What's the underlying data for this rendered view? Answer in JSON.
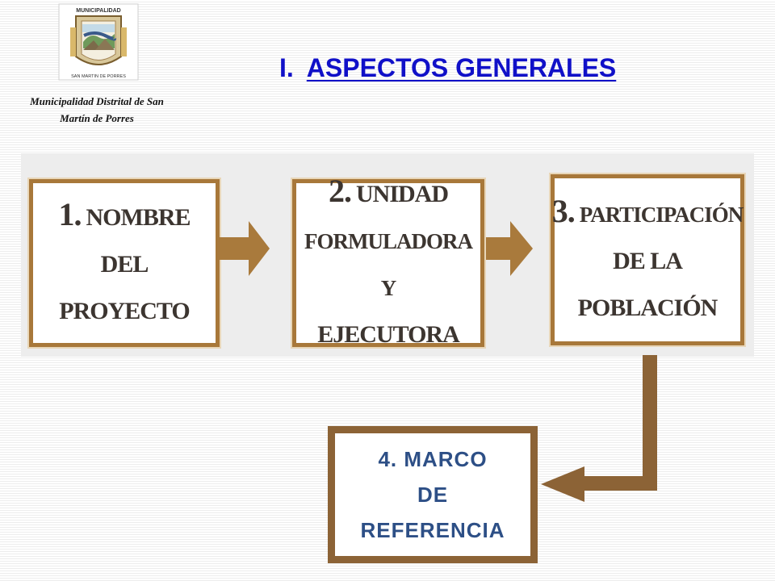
{
  "header": {
    "logo_text_top": "MUNICIPALIDAD",
    "logo_text_bottom": "SAN MARTIN DE PORRES",
    "caption_line1": "Municipalidad  Distrital de San",
    "caption_line2": "Martín de Porres",
    "section_number": "I.",
    "section_title": "ASPECTOS GENERALES"
  },
  "flow": {
    "steps": [
      {
        "number": "1.",
        "lines": [
          "NOMBRE",
          "DEL",
          "PROYECTO"
        ]
      },
      {
        "number": "2.",
        "lines": [
          "UNIDAD",
          "FORMULADORA Y",
          "EJECUTORA"
        ]
      },
      {
        "number": "3.",
        "lines": [
          "PARTICIPACIÓN",
          "DE LA",
          "POBLACIÓN"
        ]
      }
    ],
    "final_step": {
      "lines": [
        "4. MARCO",
        "DE",
        "REFERENCIA"
      ]
    }
  },
  "colors": {
    "title": "#1010c8",
    "box_border": "#a8783a",
    "arrow": "#a97a3c",
    "connector": "#8c6336",
    "final_text": "#2d4f86"
  }
}
